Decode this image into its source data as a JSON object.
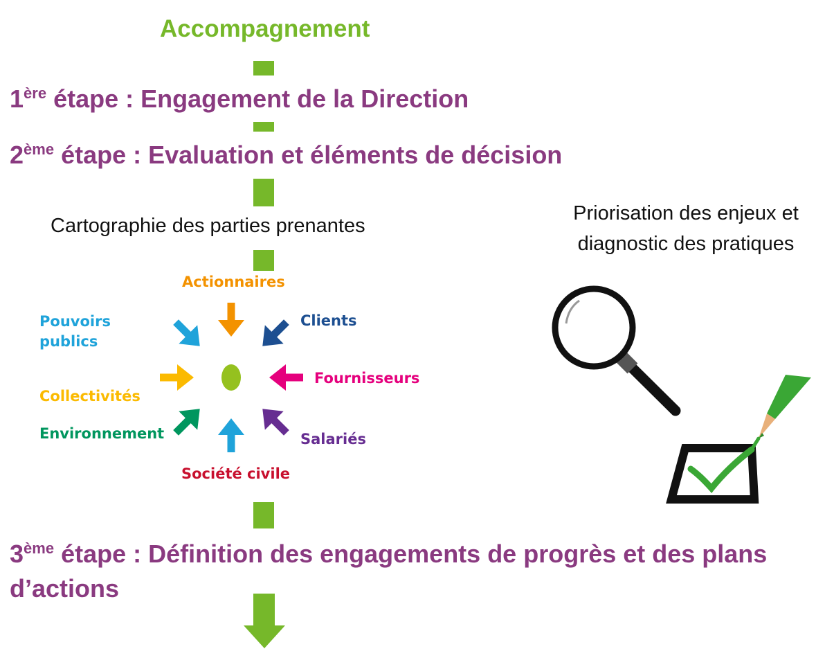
{
  "header": {
    "title": "Accompagnement"
  },
  "steps": [
    {
      "number": "1",
      "suffix": "ère",
      "text": " étape : Engagement de la Direction"
    },
    {
      "number": "2",
      "suffix": "ème",
      "text": " étape : Evaluation et éléments de décision"
    },
    {
      "number": "3",
      "suffix": "ème",
      "text": " étape : Définition des engagements de progrès et des plans d’actions"
    }
  ],
  "cartography": {
    "label": "Cartographie des parties prenantes",
    "stakeholders": {
      "actionnaires": "Actionnaires",
      "clients": "Clients",
      "pouvoirs_line1": "Pouvoirs",
      "pouvoirs_line2": "publics",
      "fournisseurs": "Fournisseurs",
      "collectivites": "Collectivités",
      "environnement": "Environnement",
      "salaries": "Salariés",
      "societe": "Société civile"
    }
  },
  "priorisation": {
    "line1": "Priorisation des enjeux et",
    "line2": "diagnostic des pratiques"
  },
  "colors": {
    "green": "#76b82a",
    "purple": "#8a3a80",
    "orange": "#f39200",
    "navy": "#1d4f91",
    "cyan": "#1fa3da",
    "magenta": "#e5007d",
    "yellow": "#fbba00",
    "teal": "#00965e",
    "violet": "#662d91",
    "red": "#c8102e",
    "olive": "#95c11f"
  }
}
